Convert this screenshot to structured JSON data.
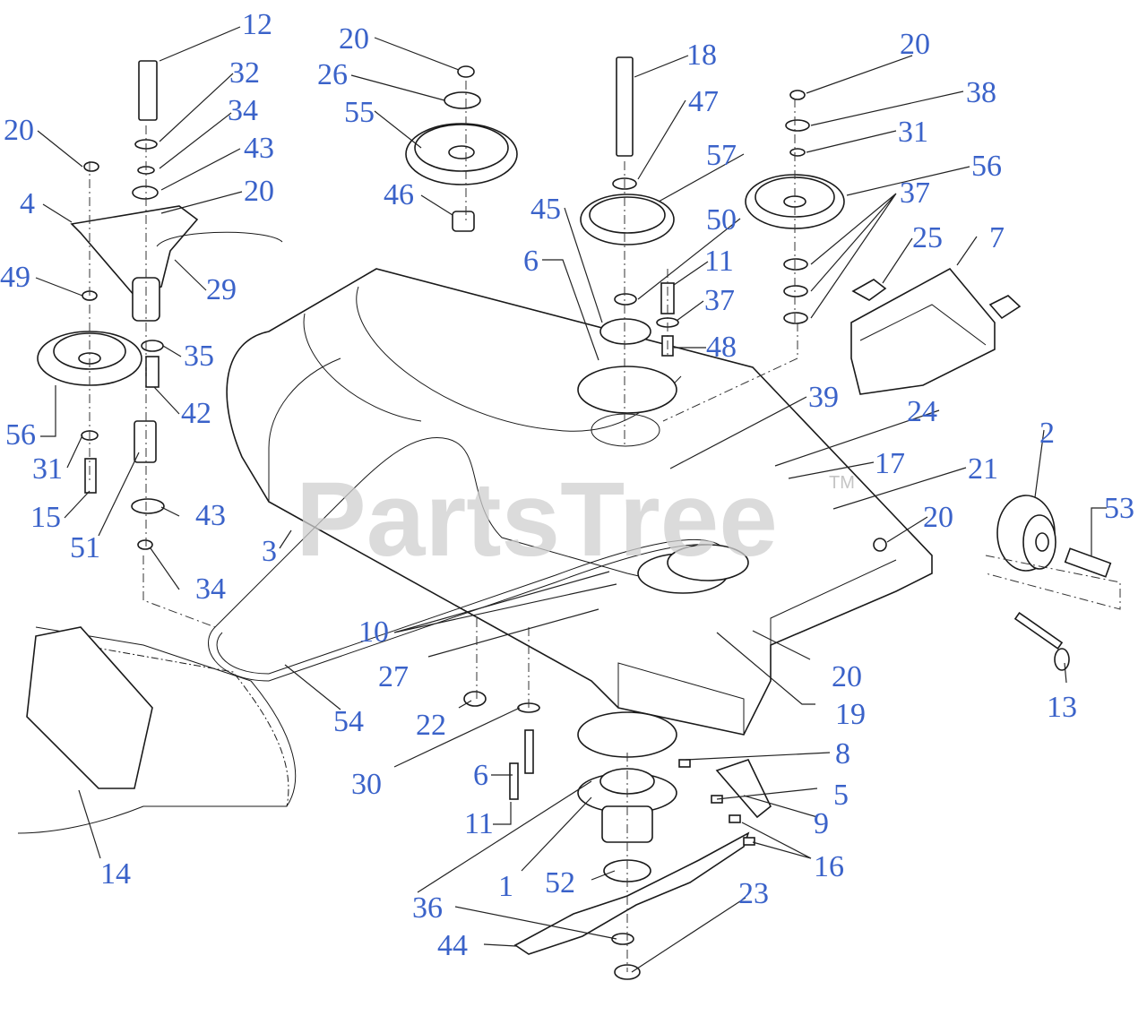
{
  "watermark": {
    "brand": "PartsTree",
    "trademark": "TM"
  },
  "labels": {
    "l12": "12",
    "l32": "32",
    "l34a": "34",
    "l43a": "43",
    "l20a": "20",
    "l20b": "20",
    "l4": "4",
    "l29": "29",
    "l49": "49",
    "l35": "35",
    "l42": "42",
    "l56a": "56",
    "l31a": "31",
    "l15": "15",
    "l51": "51",
    "l43b": "43",
    "l34b": "34",
    "l3": "3",
    "l20c": "20",
    "l26": "26",
    "l55": "55",
    "l46": "46",
    "l18": "18",
    "l47": "47",
    "l57": "57",
    "l45": "45",
    "l50": "50",
    "l6a": "6",
    "l11a": "11",
    "l37a": "37",
    "l48": "48",
    "l20d": "20",
    "l38": "38",
    "l31b": "31",
    "l56b": "56",
    "l37b": "37",
    "l25": "25",
    "l7": "7",
    "l39": "39",
    "l24": "24",
    "l17": "17",
    "l21": "21",
    "l20e": "20",
    "l2": "2",
    "l53": "53",
    "l13": "13",
    "l10": "10",
    "l27": "27",
    "l54": "54",
    "l22": "22",
    "l30": "30",
    "l20f": "20",
    "l19": "19",
    "l8": "8",
    "l6b": "6",
    "l11b": "11",
    "l5": "5",
    "l9": "9",
    "l16": "16",
    "l14": "14",
    "l1": "1",
    "l52": "52",
    "l36": "36",
    "l23": "23",
    "l44": "44"
  },
  "colors": {
    "label": "#3a62c9",
    "line": "#1a1a1a",
    "watermark": "#cfcfcf"
  }
}
